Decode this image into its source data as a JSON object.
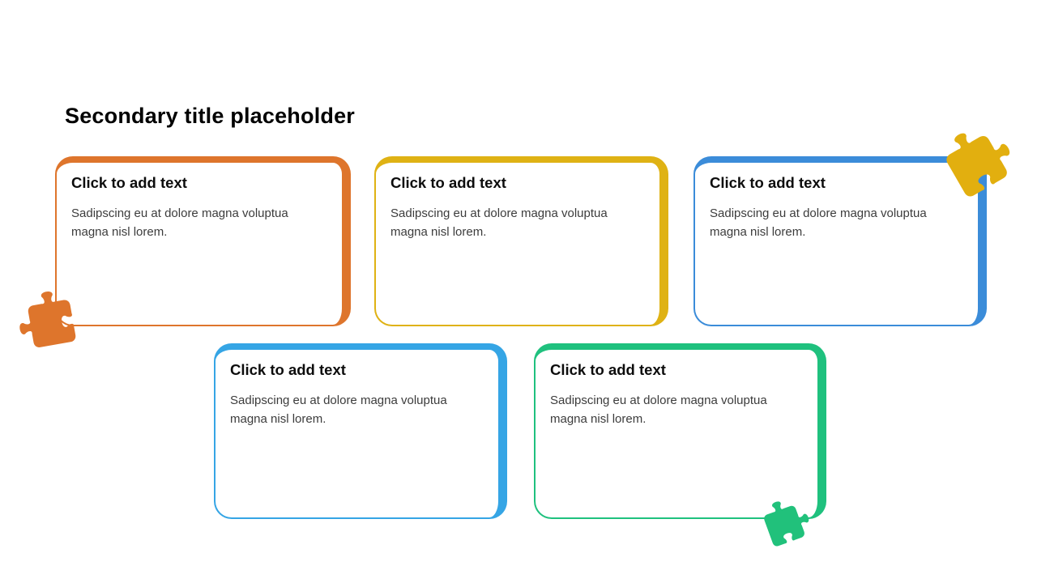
{
  "slide": {
    "title": "Secondary title placeholder"
  },
  "cards": [
    {
      "heading": "Click to add text",
      "body": "Sadipscing eu at dolore magna voluptua magna nisl lorem.",
      "accent_color": "#DE752C"
    },
    {
      "heading": "Click to add text",
      "body": "Sadipscing eu at dolore magna voluptua magna nisl lorem.",
      "accent_color": "#DFB214"
    },
    {
      "heading": "Click to add text",
      "body": "Sadipscing eu at dolore magna voluptua magna nisl lorem.",
      "accent_color": "#3B8CD9"
    },
    {
      "heading": "Click to add text",
      "body": "Sadipscing eu at dolore magna voluptua magna nisl lorem.",
      "accent_color": "#35A5E5"
    },
    {
      "heading": "Click to add text",
      "body": "Sadipscing eu at dolore magna voluptua magna nisl lorem.",
      "accent_color": "#1FC17E"
    }
  ],
  "decorations": [
    {
      "name": "puzzle-piece",
      "color": "#E2AF0F"
    },
    {
      "name": "puzzle-piece",
      "color": "#DE752C"
    },
    {
      "name": "puzzle-piece",
      "color": "#21C17B"
    }
  ]
}
